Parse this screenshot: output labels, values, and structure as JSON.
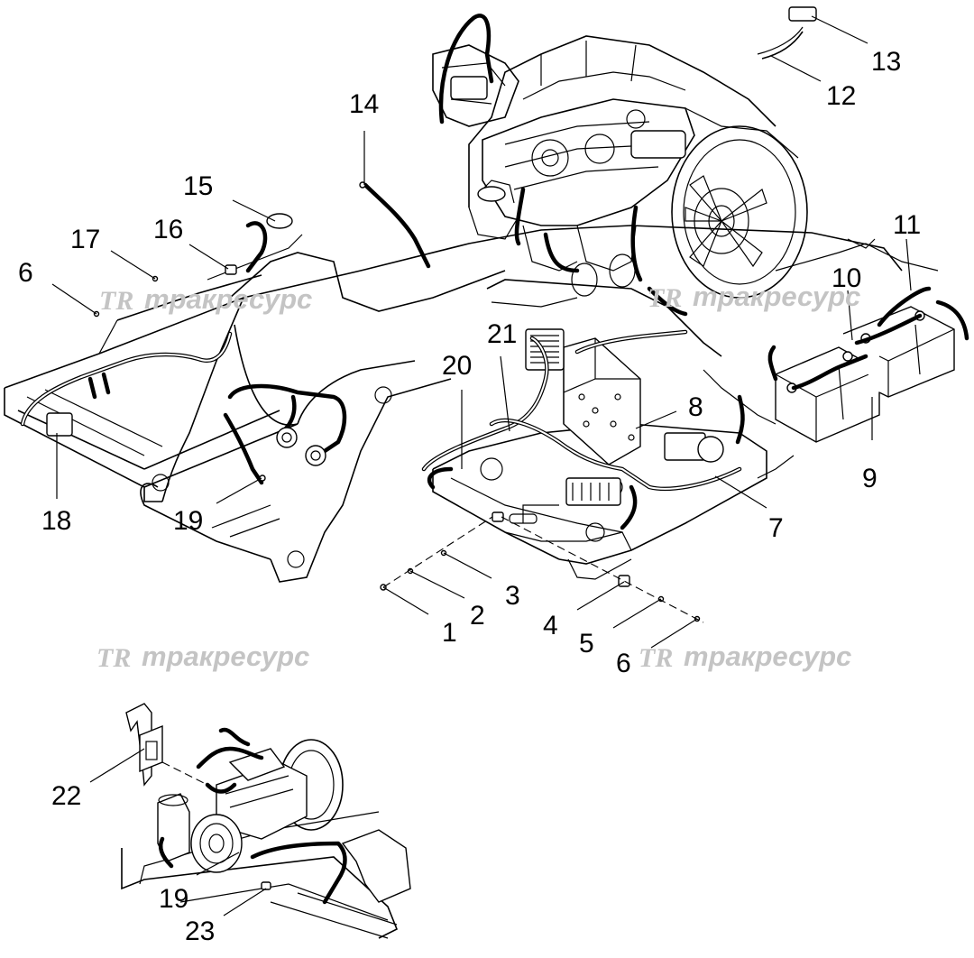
{
  "watermark": {
    "logo": "TR",
    "text": "тракресурс"
  },
  "callouts": [
    {
      "id": "c1",
      "label": "1"
    },
    {
      "id": "c2",
      "label": "2"
    },
    {
      "id": "c3",
      "label": "3"
    },
    {
      "id": "c4",
      "label": "4"
    },
    {
      "id": "c5",
      "label": "5"
    },
    {
      "id": "c6a",
      "label": "6"
    },
    {
      "id": "c6b",
      "label": "6"
    },
    {
      "id": "c7",
      "label": "7"
    },
    {
      "id": "c8",
      "label": "8"
    },
    {
      "id": "c9",
      "label": "9"
    },
    {
      "id": "c10",
      "label": "10"
    },
    {
      "id": "c11",
      "label": "11"
    },
    {
      "id": "c12",
      "label": "12"
    },
    {
      "id": "c13",
      "label": "13"
    },
    {
      "id": "c14",
      "label": "14"
    },
    {
      "id": "c15",
      "label": "15"
    },
    {
      "id": "c16",
      "label": "16"
    },
    {
      "id": "c17",
      "label": "17"
    },
    {
      "id": "c18",
      "label": "18"
    },
    {
      "id": "c19a",
      "label": "19"
    },
    {
      "id": "c19b",
      "label": "19"
    },
    {
      "id": "c20",
      "label": "20"
    },
    {
      "id": "c21",
      "label": "21"
    },
    {
      "id": "c22",
      "label": "22"
    },
    {
      "id": "c23",
      "label": "23"
    }
  ]
}
